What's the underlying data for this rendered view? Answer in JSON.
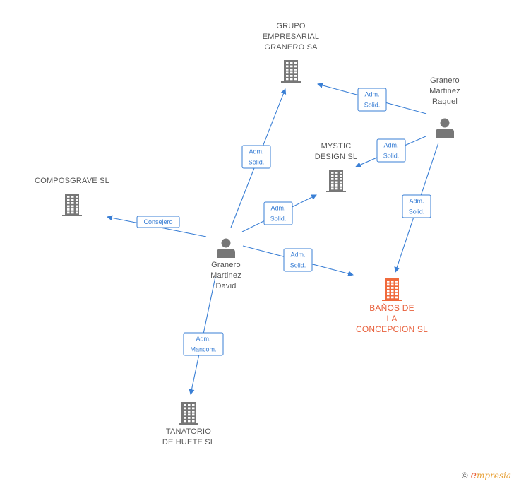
{
  "colors": {
    "company": "#777777",
    "target": "#f06a3c",
    "person": "#777777",
    "edge": "#3a7fd5"
  },
  "nodes": [
    {
      "id": "grupo",
      "type": "company",
      "label": [
        "GRUPO",
        "EMPRESARIAL",
        "GRANERO SA"
      ]
    },
    {
      "id": "mystic",
      "type": "company",
      "label": [
        "MYSTIC",
        "DESIGN SL"
      ]
    },
    {
      "id": "composgrave",
      "type": "company",
      "label": [
        "COMPOSGRAVE SL"
      ]
    },
    {
      "id": "banos",
      "type": "target",
      "label": [
        "BAÑOS DE",
        "LA",
        "CONCEPCION SL"
      ]
    },
    {
      "id": "tanatorio",
      "type": "company",
      "label": [
        "TANATORIO",
        "DE HUETE SL"
      ]
    },
    {
      "id": "raquel",
      "type": "person",
      "label": [
        "Granero",
        "Martinez",
        "Raquel"
      ]
    },
    {
      "id": "david",
      "type": "person",
      "label": [
        "Granero",
        "Martinez",
        "David"
      ]
    }
  ],
  "edges": [
    {
      "from": "raquel",
      "to": "grupo",
      "label": [
        "Adm.",
        "Solid."
      ]
    },
    {
      "from": "raquel",
      "to": "mystic",
      "label": [
        "Adm.",
        "Solid."
      ]
    },
    {
      "from": "raquel",
      "to": "banos",
      "label": [
        "Adm.",
        "Solid."
      ]
    },
    {
      "from": "david",
      "to": "grupo",
      "label": [
        "Adm.",
        "Solid."
      ]
    },
    {
      "from": "david",
      "to": "mystic",
      "label": [
        "Adm.",
        "Solid."
      ]
    },
    {
      "from": "david",
      "to": "composgrave",
      "label": [
        "Consejero"
      ]
    },
    {
      "from": "david",
      "to": "banos",
      "label": [
        "Adm.",
        "Solid."
      ]
    },
    {
      "from": "david",
      "to": "tanatorio",
      "label": [
        "Adm.",
        "Mancom."
      ]
    }
  ],
  "footer": {
    "copyright": "©",
    "brand_initial": "e",
    "brand_rest": "mpresia"
  }
}
